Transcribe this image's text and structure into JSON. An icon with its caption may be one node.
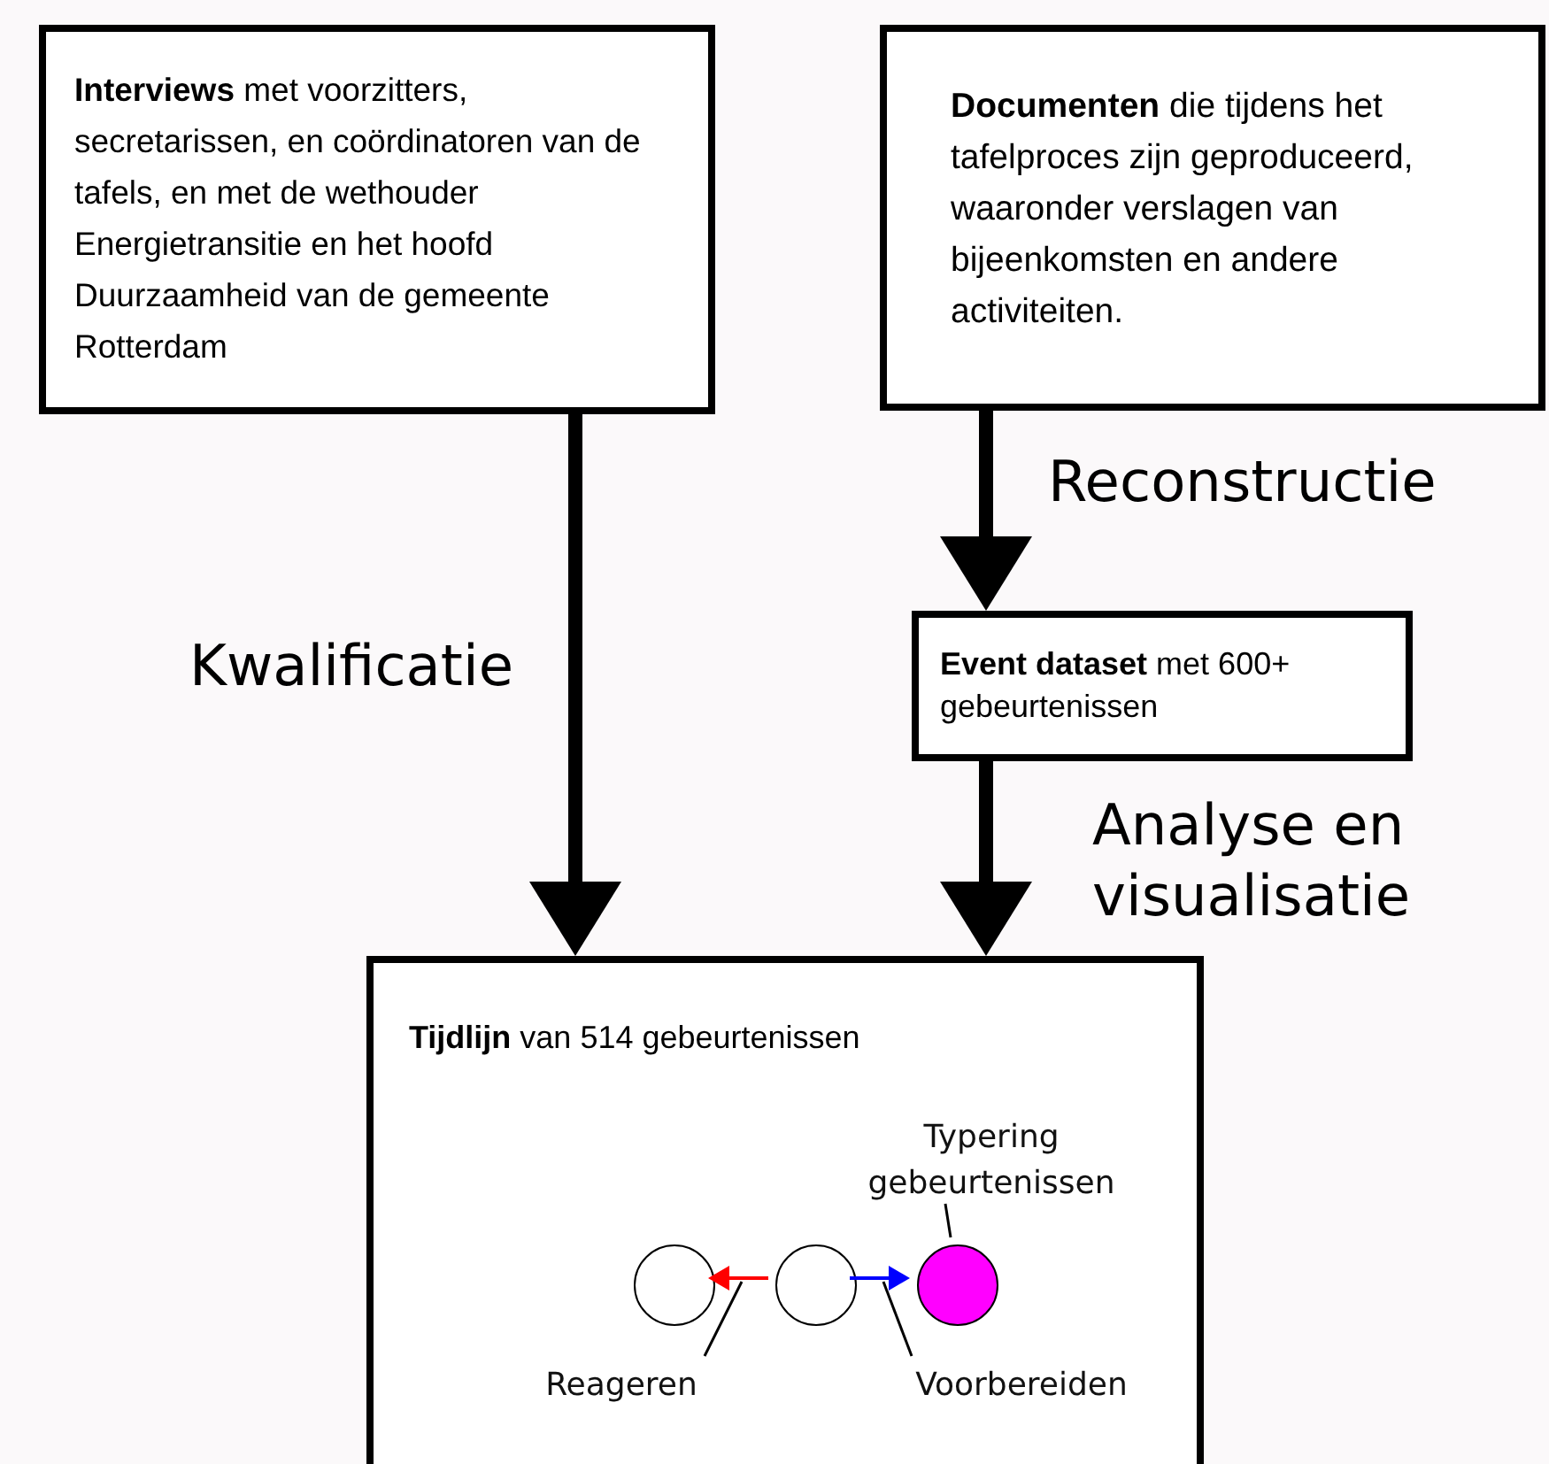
{
  "diagram": {
    "nodes": [
      {
        "text": [
          "**Interviews** met voorzitters, secretarissen, en coördinatoren van de tafels, en met de wethouder Energietransitie en het hoofd Duurzaamheid van de gemeente Rotterdam"
        ]
      },
      {
        "text": [
          "**Documenten** die tijdens het tafelproces zijn geproduceerd, waaronder verslagen van bijeenkomsten en andere activiteiten."
        ]
      },
      {
        "text": [
          "**Event dataset** met 600+ gebeurtenissen"
        ]
      },
      {
        "text": [
          "**Tijdlijn** van 514 gebeurtenissen"
        ]
      },
      {
        "text": [],
        "shape": "circle",
        "in": 3
      },
      {
        "text": [],
        "shape": "circle",
        "in": 3
      },
      {
        "text": [],
        "shape": "circle",
        "in": 3
      },
      {
        "text": [
          "Typering gebeurtenissen"
        ],
        "in": 3
      },
      {
        "text": [
          "Reageren"
        ],
        "in": 3
      },
      {
        "text": [
          "Voorbereiden"
        ],
        "in": 3
      }
    ],
    "edges": [
      {
        "from": 0,
        "to": 3,
        "arrow": "to",
        "label": "Kwalificatie",
        "style": "thick"
      },
      {
        "from": 1,
        "to": 2,
        "arrow": "to",
        "label": "Reconstructie",
        "style": "thick"
      },
      {
        "from": 2,
        "to": 3,
        "arrow": "to",
        "label": "Analyse en visualisatie",
        "style": "thick"
      },
      {
        "from": 5,
        "to": 4,
        "arrow": "to",
        "color": "#ff0000"
      },
      {
        "from": 5,
        "to": 6,
        "arrow": "to",
        "color": "#0000ff"
      },
      {
        "from": 7,
        "to": 6,
        "arrow": "none"
      },
      {
        "from": 8,
        "to": null,
        "arrow": "none"
      },
      {
        "from": 9,
        "to": null,
        "arrow": "none"
      }
    ]
  }
}
